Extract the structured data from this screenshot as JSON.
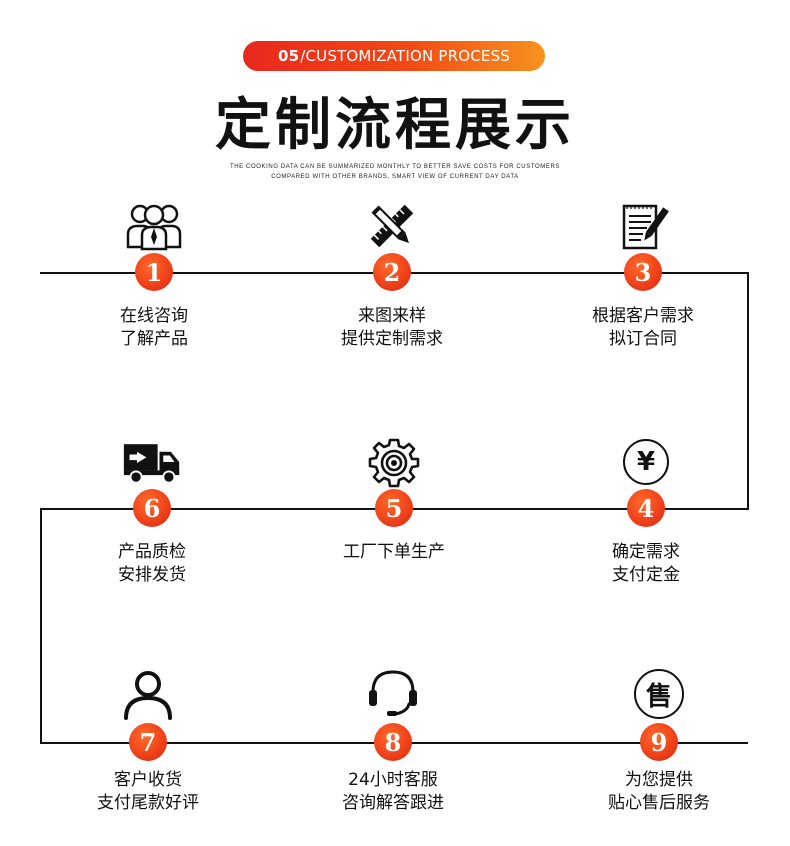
{
  "header": {
    "badge_num": "05",
    "badge_text": "/CUSTOMIZATION PROCESS",
    "title": "定制流程展示",
    "subtitle_line1": "THE COOKING DATA CAN BE SUMMARIZED MONTHLY TO BETTER SAVE COSTS FOR CUSTOMERS",
    "subtitle_line2": "COMPARED WITH OTHER BRANDS, SMART VIEW OF CURRENT DAY DATA"
  },
  "steps": [
    {
      "num": "1",
      "line1": "在线咨询",
      "line2": "了解产品",
      "icon": "people-group-icon"
    },
    {
      "num": "2",
      "line1": "来图来样",
      "line2": "提供定制需求",
      "icon": "pencil-ruler-icon"
    },
    {
      "num": "3",
      "line1": "根据客户需求",
      "line2": "拟订合同",
      "icon": "contract-pen-icon"
    },
    {
      "num": "4",
      "line1": "确定需求",
      "line2": "支付定金",
      "icon": "yuan-icon"
    },
    {
      "num": "5",
      "line1": "工厂下单生产",
      "line2": "",
      "icon": "gear-icon"
    },
    {
      "num": "6",
      "line1": "产品质检",
      "line2": "安排发货",
      "icon": "truck-icon"
    },
    {
      "num": "7",
      "line1": "客户收货",
      "line2": "支付尾款好评",
      "icon": "user-icon"
    },
    {
      "num": "8",
      "line1": "24小时客服",
      "line2": "咨询解答跟进",
      "icon": "headset-icon"
    },
    {
      "num": "9",
      "line1": "为您提供",
      "line2": "贴心售后服务",
      "icon": "shou-icon"
    }
  ],
  "icon_text": {
    "yuan": "¥",
    "shou": "售"
  }
}
